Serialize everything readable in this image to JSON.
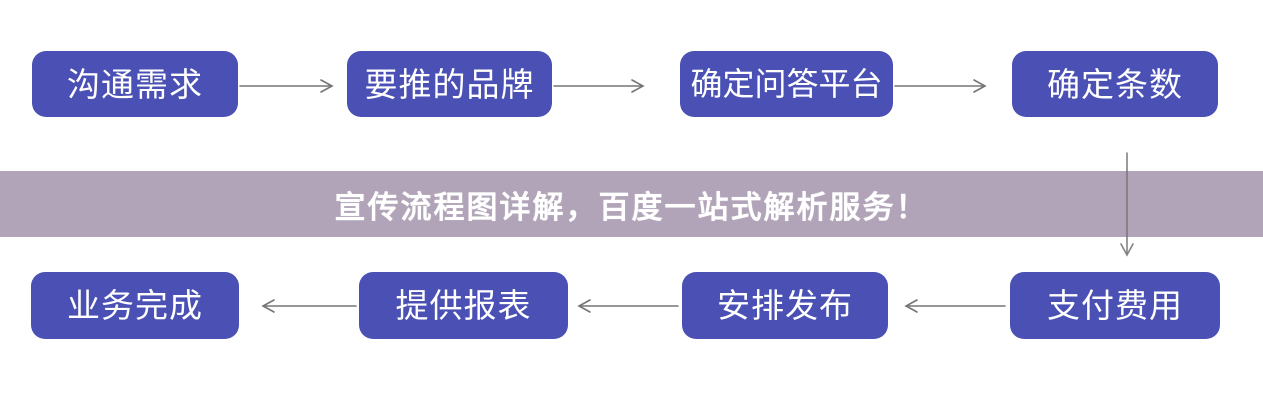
{
  "theme": {
    "page-bg": "#ffffff",
    "node-bg": "#4b51b4",
    "node-fg": "#ffffff",
    "banner-bg": "#b1a4b8",
    "banner-fg": "#ffffff",
    "arrow-color": "#757575"
  },
  "banner": {
    "title": "宣传流程图详解，百度一站式解析服务！"
  },
  "flow": {
    "direction_top_row": "left-to-right",
    "direction_bottom_row": "right-to-left",
    "top_row": [
      {
        "label": "沟通需求"
      },
      {
        "label": "要推的品牌"
      },
      {
        "label": "确定问答平台"
      },
      {
        "label": "确定条数"
      }
    ],
    "bottom_row": [
      {
        "label": "支付费用"
      },
      {
        "label": "安排发布"
      },
      {
        "label": "提供报表"
      },
      {
        "label": "业务完成"
      }
    ]
  }
}
